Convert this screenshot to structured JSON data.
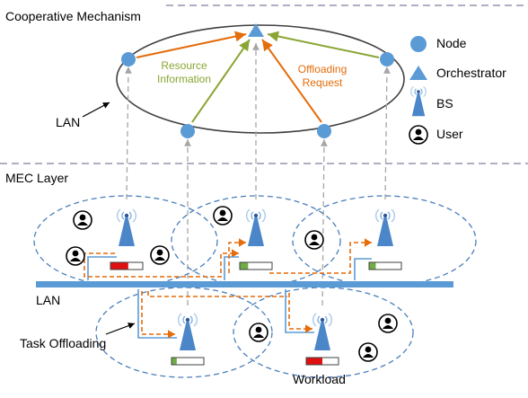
{
  "sections": {
    "top_title": "Cooperative Mechanism",
    "bottom_title": "MEC Layer"
  },
  "labels": {
    "lan_top": "LAN",
    "lan_bottom": "LAN",
    "resource_info_line1": "Resource",
    "resource_info_line2": "Information",
    "offloading_request_line1": "Offloading",
    "offloading_request_line2": "Request",
    "task_offloading": "Task Offloading",
    "workload": "Workload"
  },
  "legend": {
    "items": [
      {
        "label": "Node",
        "icon": "node-circle-icon"
      },
      {
        "label": "Orchestrator",
        "icon": "orchestrator-triangle-icon"
      },
      {
        "label": "BS",
        "icon": "base-station-icon"
      },
      {
        "label": "User",
        "icon": "user-icon"
      }
    ]
  },
  "colors": {
    "node_blue": "#5b9bd5",
    "orange_arrow": "#e46c0a",
    "green_arrow": "#8aa533",
    "dashed_line": "#a6a6a6",
    "cluster_dash": "#4a7ebb",
    "lan_bar": "#5b9bd5",
    "load_high": "#e01010",
    "load_low": "#70ad47",
    "section_divider": "#7f7f9f"
  },
  "workload_levels": {
    "bs1": 0.55,
    "bs2": 0.25,
    "bs3": 0.2,
    "bs4": 0.15,
    "bs5": 0.5
  }
}
